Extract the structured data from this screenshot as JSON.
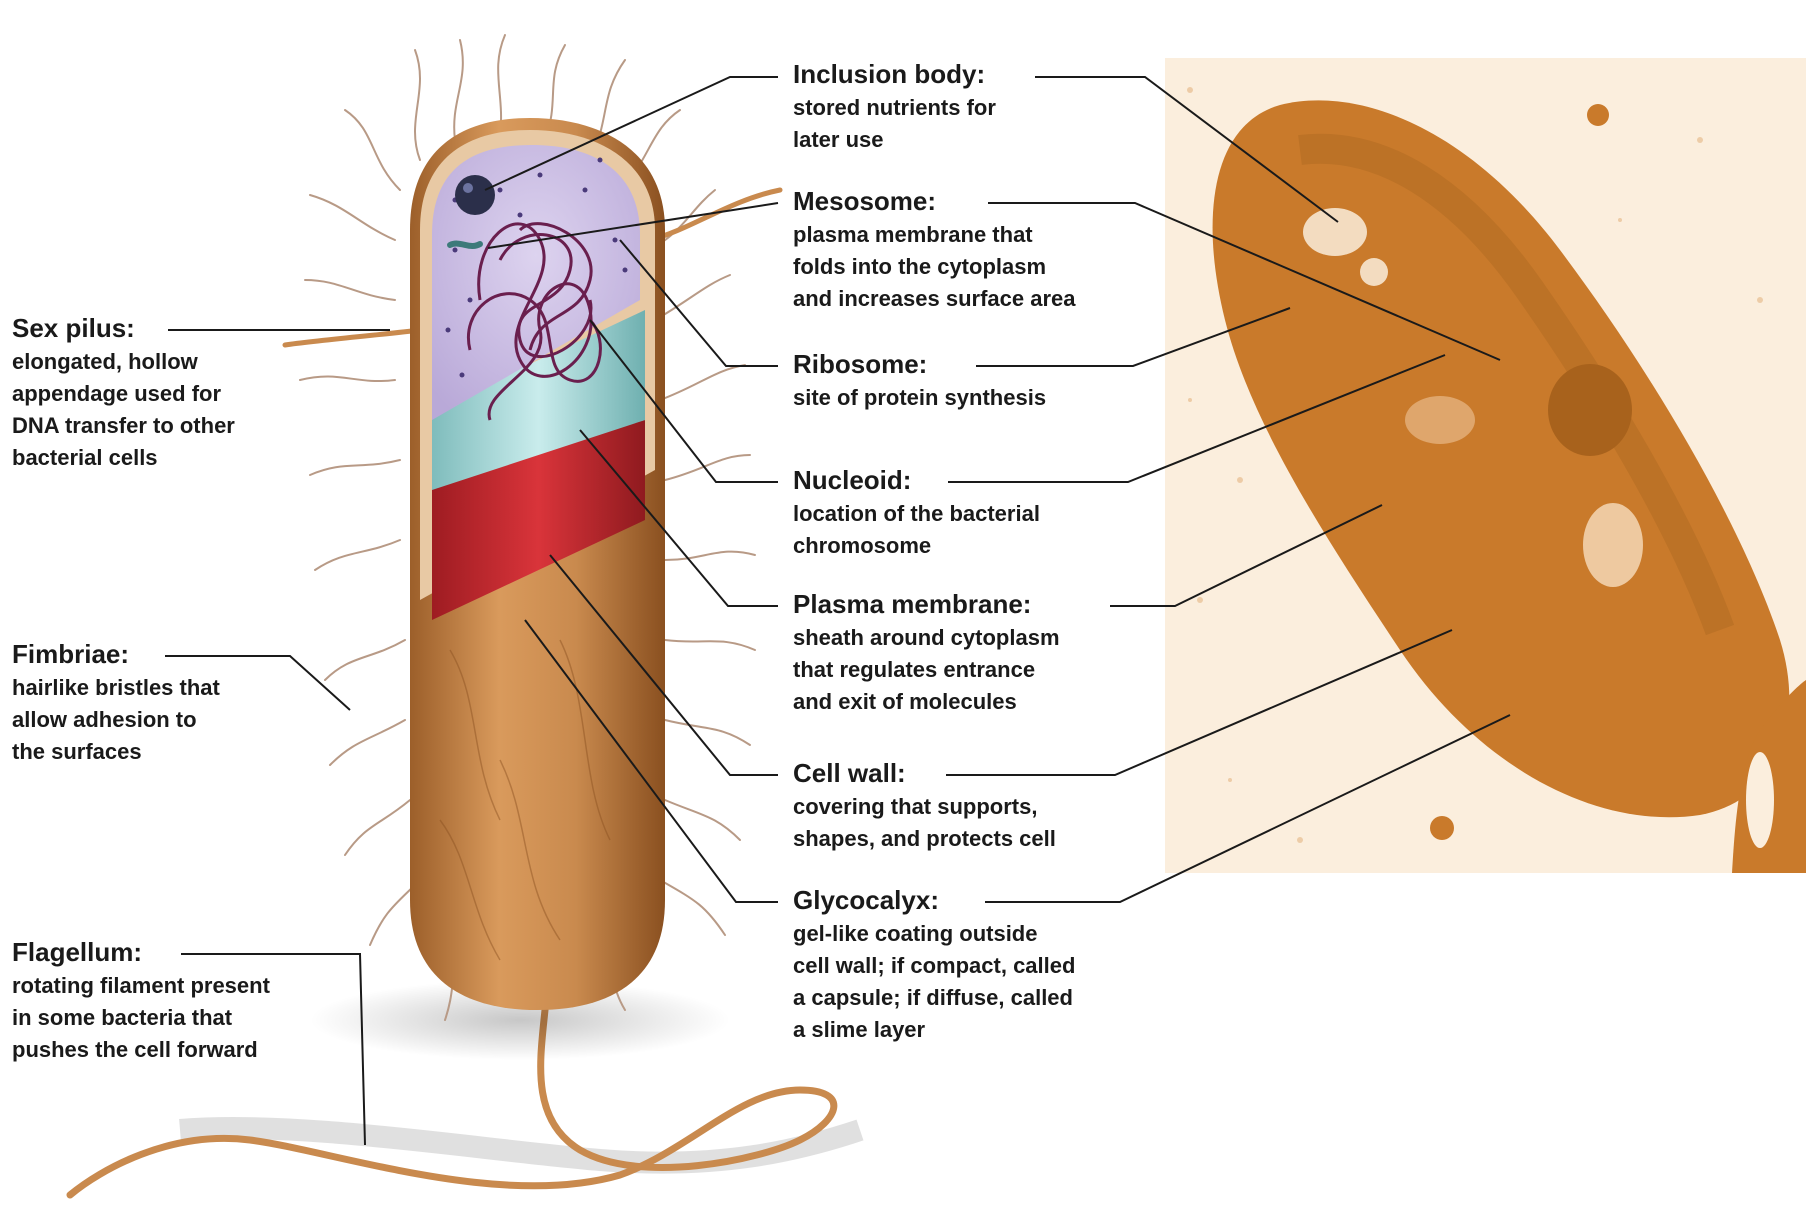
{
  "labels": {
    "inclusion_body": {
      "title": "Inclusion body:",
      "desc": "stored nutrients for\nlater use"
    },
    "mesosome": {
      "title": "Mesosome:",
      "desc": "plasma membrane that\nfolds into the cytoplasm\nand increases surface area"
    },
    "ribosome": {
      "title": "Ribosome:",
      "desc": "site of protein synthesis"
    },
    "nucleoid": {
      "title": "Nucleoid:",
      "desc": "location of the bacterial\nchromosome"
    },
    "plasma_membrane": {
      "title": "Plasma membrane:",
      "desc": "sheath around cytoplasm\nthat regulates entrance\nand exit of molecules"
    },
    "cell_wall": {
      "title": "Cell wall:",
      "desc": "covering that supports,\nshapes, and protects cell"
    },
    "glycocalyx": {
      "title": "Glycocalyx:",
      "desc": "gel-like coating outside\ncell wall; if compact, called\na capsule; if diffuse, called\na slime layer"
    },
    "sex_pilus": {
      "title": "Sex pilus:",
      "desc": "elongated, hollow\nappendage used for\nDNA transfer to other\nbacterial cells"
    },
    "fimbriae": {
      "title": "Fimbriae:",
      "desc": "hairlike bristles that\nallow adhesion to\nthe surfaces"
    },
    "flagellum": {
      "title": "Flagellum:",
      "desc": "rotating filament present\nin some bacteria that\npushes the cell forward"
    }
  },
  "colors": {
    "capsule": "#c98a4e",
    "cell_wall": "#c0272d",
    "plasma_membrane": "#9fd4d4",
    "cytoplasm": "#cfc3e6",
    "nucleoid": "#6a1f4e",
    "micrograph": "#c97a2b",
    "leader_line": "#1a1a1a"
  }
}
